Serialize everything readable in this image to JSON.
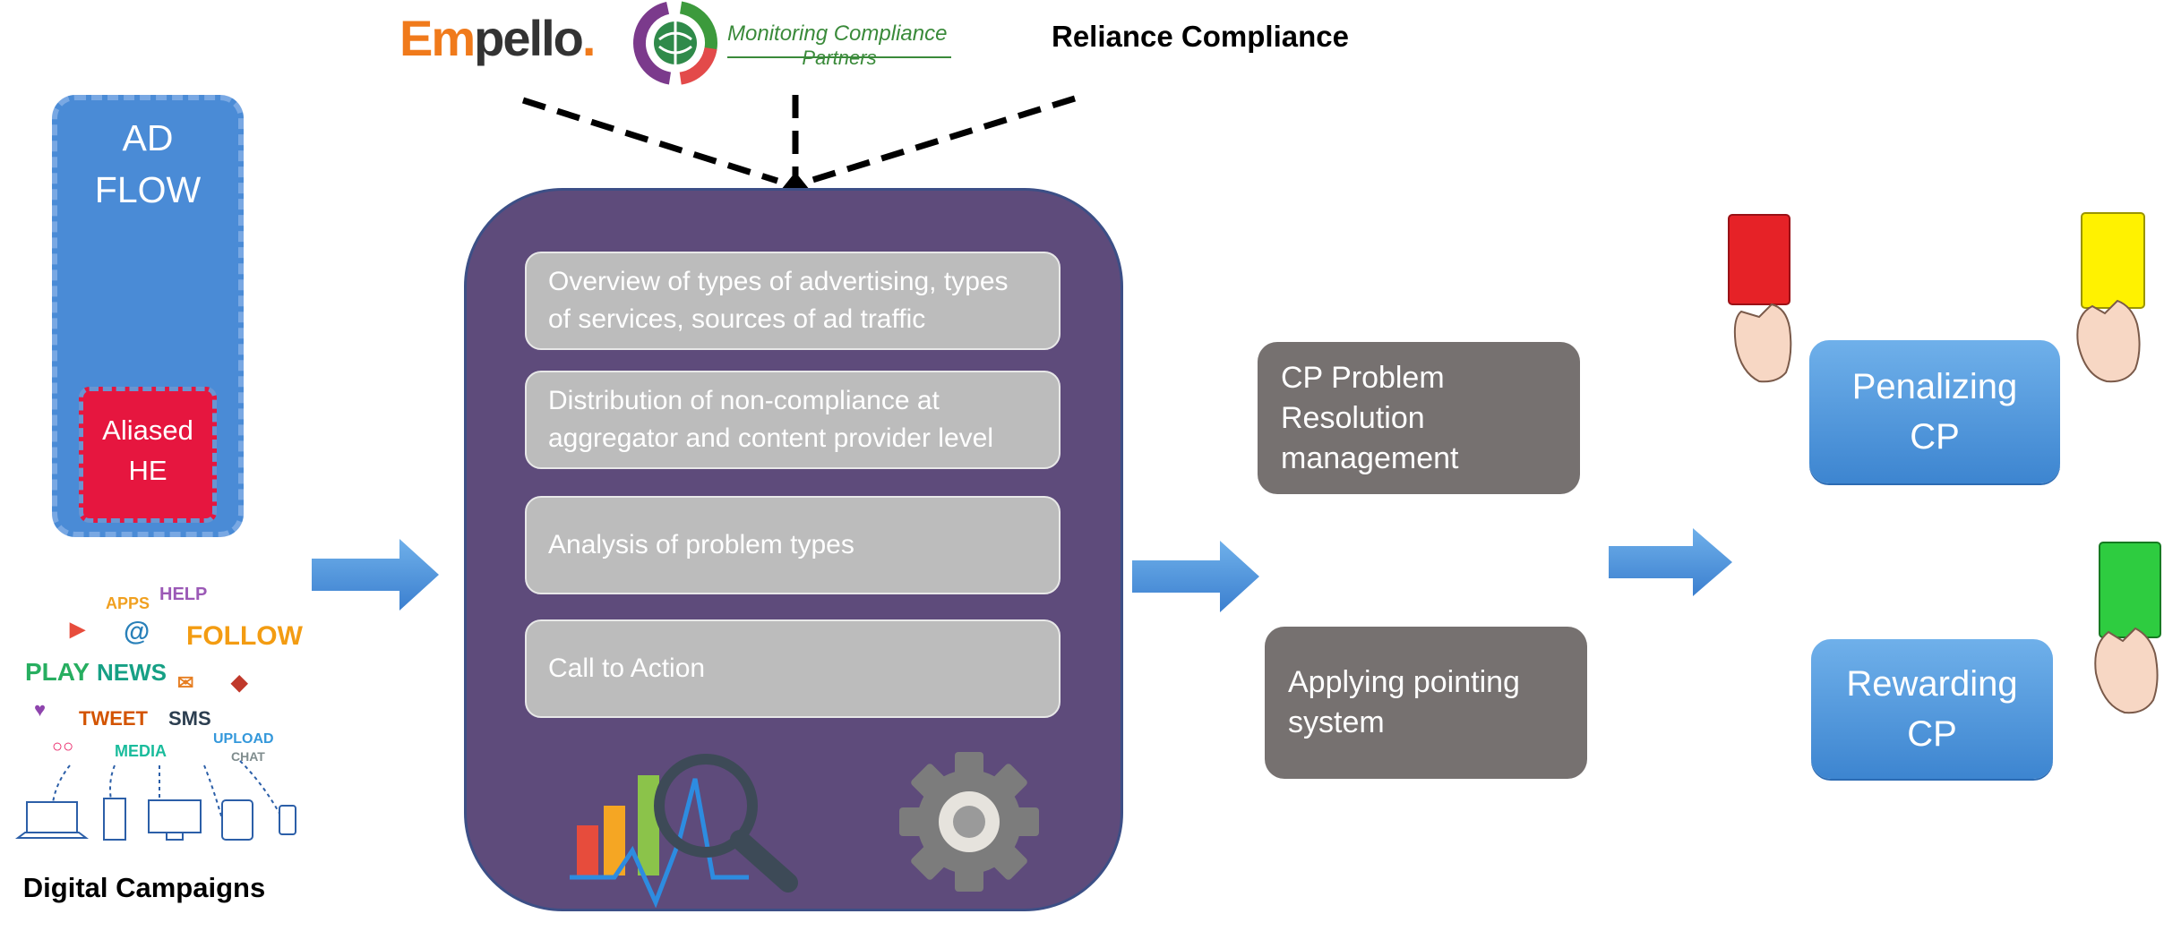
{
  "ad_flow": {
    "title": "AD\nFLOW",
    "aliased": "Aliased\nHE",
    "caption": "Digital Campaigns"
  },
  "partners": {
    "empello_em": "Em",
    "empello_rest": "pello",
    "empello_dot": ".",
    "mcp_line1": "Monitoring Compliance",
    "mcp_line2": "Partners",
    "reliance": "Reliance Compliance"
  },
  "analysis_items": [
    "Overview of types of advertising, types of services, sources of ad traffic",
    "Distribution of non-compliance at aggregator and content provider level",
    "Analysis of problem types",
    "Call to Action"
  ],
  "management": {
    "resolution": "CP Problem Resolution management",
    "pointing": "Applying pointing system"
  },
  "outcomes": {
    "penalizing": "Penalizing\nCP",
    "rewarding": "Rewarding\nCP"
  },
  "colors": {
    "red_card": "#e62227",
    "yellow_card": "#fff200",
    "green_card": "#2ecc40",
    "arrow": "#4a8fd8",
    "panel": "#5e4b7b"
  },
  "icons": [
    "analytics-chart-icon",
    "magnifier-icon",
    "gear-icon",
    "social-cloud-icon",
    "devices-icon",
    "hand-icon"
  ]
}
